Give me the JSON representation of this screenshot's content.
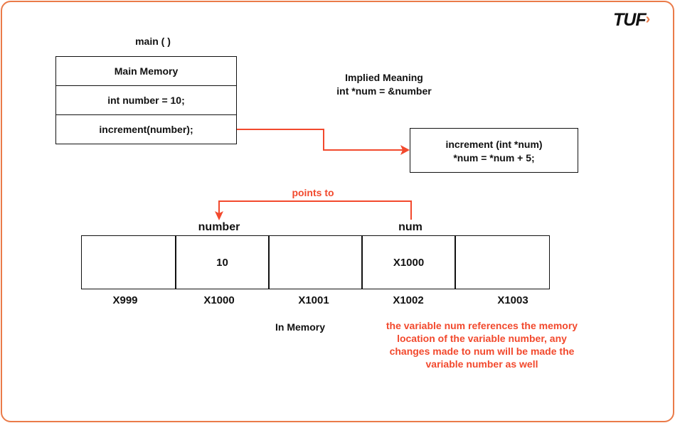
{
  "logo": {
    "text": "TUF",
    "accent": "#ea7a48"
  },
  "main_function": {
    "title": "main ( )",
    "rows": [
      "Main Memory",
      "int number = 10;",
      "increment(number);"
    ]
  },
  "implied": {
    "line1": "Implied Meaning",
    "line2": "int *num =  &number"
  },
  "increment_function": {
    "line1": "increment (int *num)",
    "line2": "*num = *num + 5;"
  },
  "pointer_label": "points to",
  "variables": {
    "number": "number",
    "num": "num"
  },
  "memory": {
    "cells": [
      {
        "address": "X999",
        "value": ""
      },
      {
        "address": "X1000",
        "value": "10"
      },
      {
        "address": "X1001",
        "value": ""
      },
      {
        "address": "X1002",
        "value": "X1000"
      },
      {
        "address": "X1003",
        "value": ""
      }
    ],
    "caption": "In Memory"
  },
  "note": {
    "lines": [
      "the variable num references the memory",
      "location of the variable number, any",
      "changes made to num will be made the",
      "variable number as well"
    ]
  },
  "colors": {
    "frame": "#ea7a48",
    "arrow": "#f2492d",
    "text": "#111111"
  }
}
